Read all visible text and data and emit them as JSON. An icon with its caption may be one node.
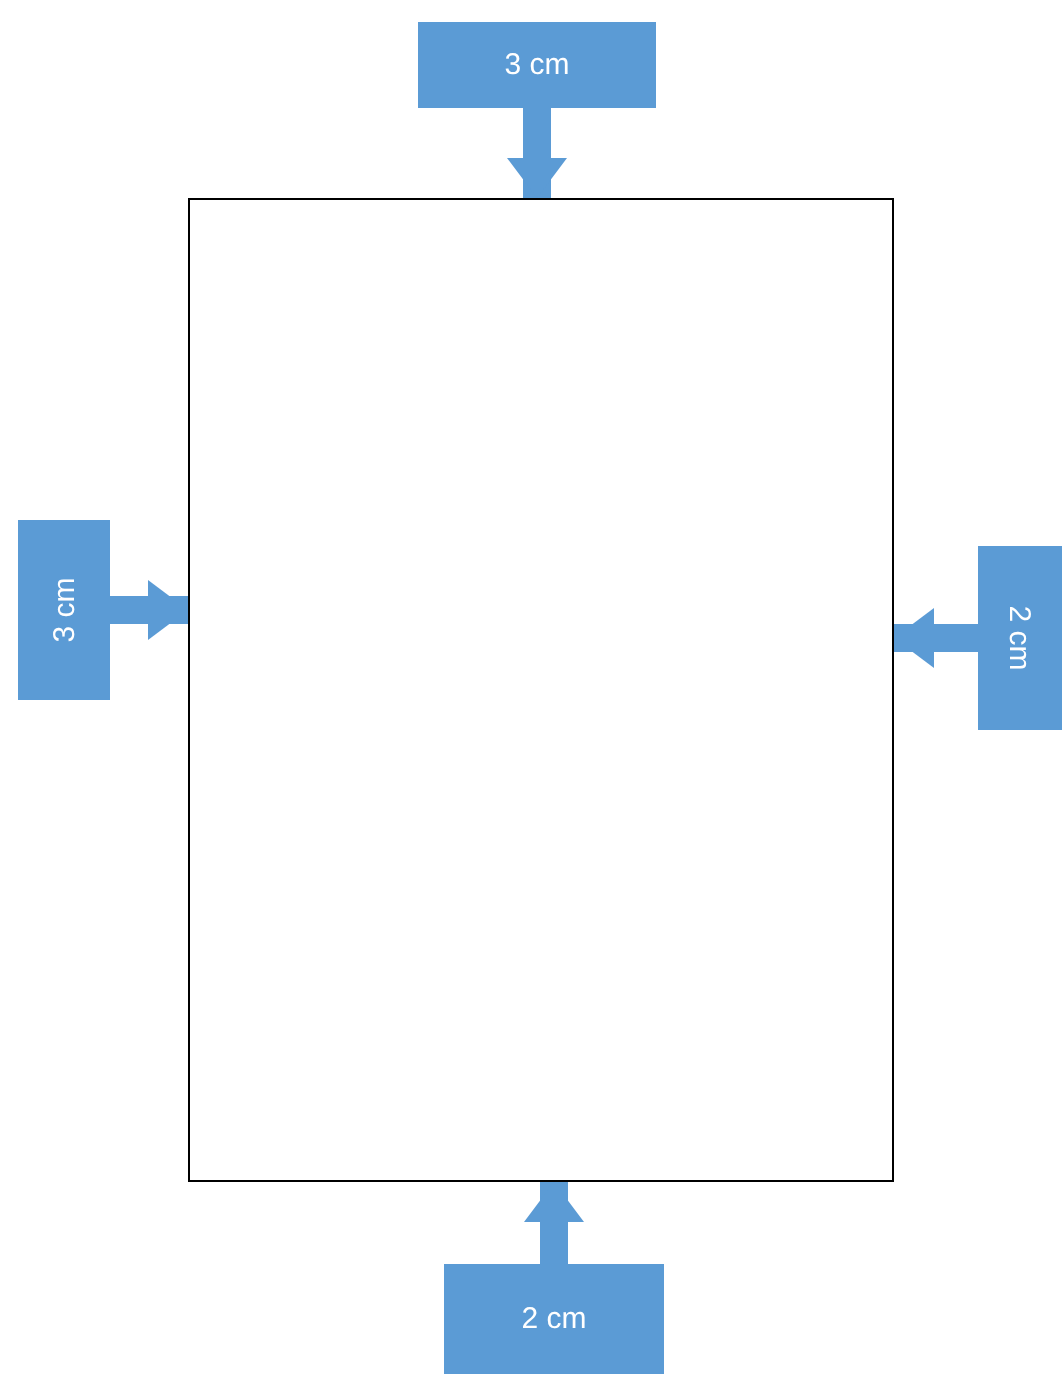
{
  "diagram": {
    "nodes": [
      {
        "text": [
          "3 cm"
        ]
      },
      {
        "text": [
          "3 cm"
        ]
      },
      {
        "text": [],
        "shape": "box"
      },
      {
        "text": [
          "2 cm"
        ]
      },
      {
        "text": [
          "2 cm"
        ]
      }
    ],
    "edges": [
      {
        "from": 0,
        "to": 2,
        "arrow": "to"
      },
      {
        "from": 1,
        "to": 2,
        "arrow": "to"
      },
      {
        "from": 3,
        "to": 2,
        "arrow": "to"
      },
      {
        "from": 4,
        "to": 2,
        "arrow": "to"
      }
    ]
  }
}
